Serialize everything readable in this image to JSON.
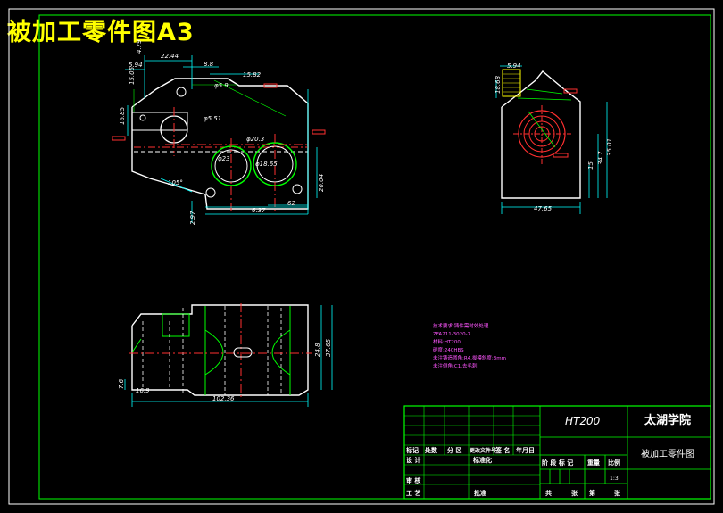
{
  "drawing_title": "被加工零件图A3",
  "material": "HT200",
  "school": "太湖学院",
  "part_name": "被加工零件图",
  "scale": "1:3",
  "notes": {
    "l1": "技术要求:铸件需时效处理",
    "l2": "ZFA211-3020-7",
    "l3": "材料:HT200",
    "l4": "硬度:240HBS",
    "l5": "未注铸造圆角:R4,拔模斜度:3mm",
    "l6": "未注倒角:C1,去毛刺"
  },
  "tb": {
    "biaoji": "标记",
    "chushu": "处数",
    "fenqu": "分 区",
    "gengwen": "更改文件号",
    "qianming": "签 名",
    "nianyueri": "年月日",
    "sheji": "设 计",
    "biaozhunhua": "标准化",
    "jieduan": "阶 段 标 记",
    "zhongliang": "重量",
    "bili": "比例",
    "shenhe": "审 核",
    "gongyi": "工 艺",
    "pizhun": "批准",
    "gong": "共",
    "zhang": "张",
    "di": "第",
    "zhang2": "张"
  },
  "dims": {
    "d1": "22.44",
    "d2": "5.94",
    "d3": "4.79",
    "d4": "8.8",
    "d5": "15.82",
    "d6": "16.85",
    "d7": "15.05",
    "d8": "φ5.51",
    "d9": "φ20.3",
    "d10": "φ23",
    "d11": "φ5.9",
    "d12": "φ18.65",
    "d13": "2.97",
    "d14": "20.04",
    "d15": "6.37",
    "d16": "62",
    "d17": "105°",
    "d18": "47.65",
    "d19": "35.01",
    "d20": "34.7",
    "d21": "15",
    "d22": "5.94",
    "d23": "18.68",
    "d24": "102.36",
    "d25": "24.8",
    "d26": "37.65",
    "d27": "7.6",
    "d28": "16.9"
  }
}
